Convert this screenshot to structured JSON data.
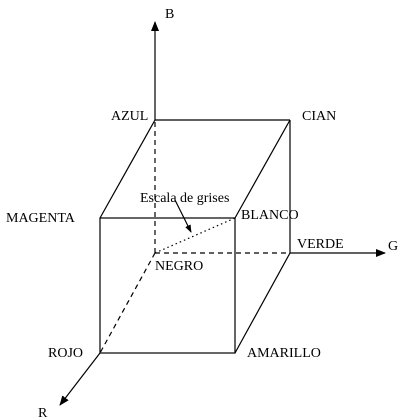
{
  "axes": {
    "b": "B",
    "g": "G",
    "r": "R"
  },
  "vertices": {
    "azul": "AZUL",
    "cian": "CIAN",
    "magenta": "MAGENTA",
    "blanco": "BLANCO",
    "verde": "VERDE",
    "negro": "NEGRO",
    "rojo": "ROJO",
    "amarillo": "AMARILLO"
  },
  "annotation": {
    "gray_scale": "Escala de grises"
  }
}
